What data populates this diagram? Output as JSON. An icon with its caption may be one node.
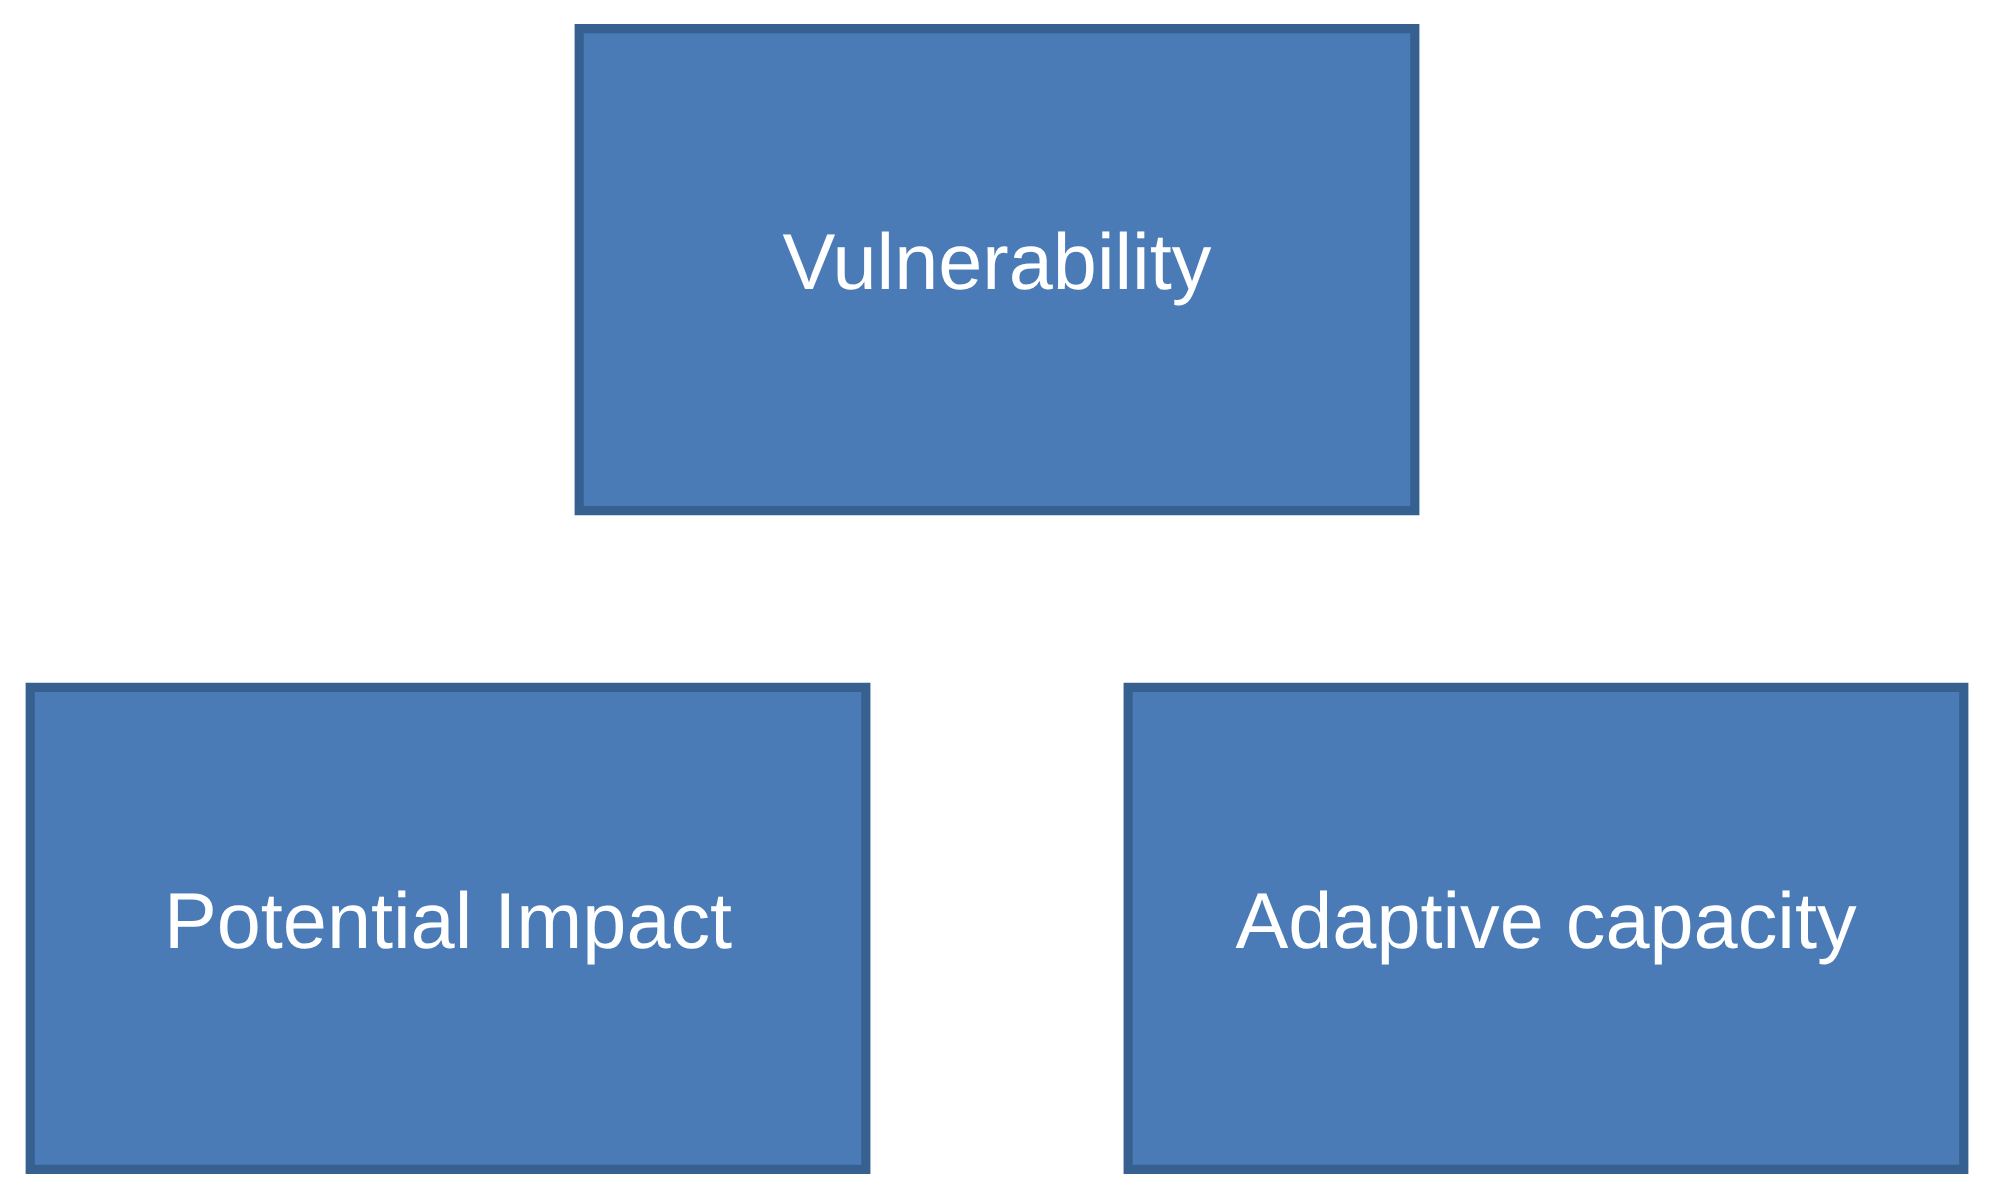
{
  "diagram": {
    "nodes": [
      {
        "text": [
          "Vulnerability"
        ]
      },
      {
        "text": [
          "Potential Impact"
        ]
      },
      {
        "text": [
          "Adaptive capacity"
        ]
      }
    ]
  }
}
